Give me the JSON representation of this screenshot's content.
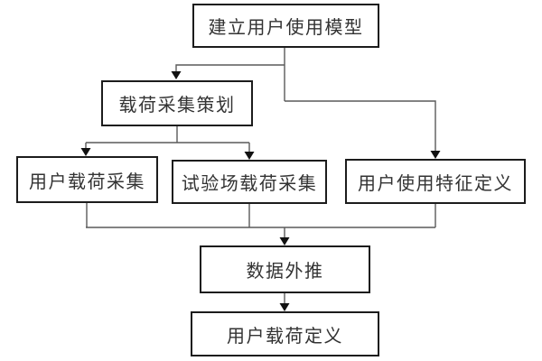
{
  "diagram": {
    "type": "flowchart",
    "background": "#ffffff",
    "colors": {
      "box_border": "#1c1c1c",
      "box_fill": "#ffffff",
      "connector_line": "#5a5a5a",
      "arrowhead": "#111111",
      "text": "#333333"
    },
    "nodes": [
      {
        "id": "establish-usage-model",
        "label": "建立用户使用模型"
      },
      {
        "id": "load-collection-planning",
        "label": "载荷采集策划"
      },
      {
        "id": "user-load-collection",
        "label": "用户载荷采集"
      },
      {
        "id": "proving-ground-load-collection",
        "label": "试验场载荷采集"
      },
      {
        "id": "user-usage-feature-definition",
        "label": "用户使用特征定义"
      },
      {
        "id": "data-extrapolation",
        "label": "数据外推"
      },
      {
        "id": "user-load-definition",
        "label": "用户载荷定义"
      }
    ],
    "edges": [
      {
        "from": "establish-usage-model",
        "to": "load-collection-planning"
      },
      {
        "from": "establish-usage-model",
        "to": "user-usage-feature-definition"
      },
      {
        "from": "load-collection-planning",
        "to": "user-load-collection"
      },
      {
        "from": "load-collection-planning",
        "to": "proving-ground-load-collection"
      },
      {
        "from": "user-load-collection",
        "to": "data-extrapolation"
      },
      {
        "from": "proving-ground-load-collection",
        "to": "data-extrapolation"
      },
      {
        "from": "user-usage-feature-definition",
        "to": "data-extrapolation"
      },
      {
        "from": "data-extrapolation",
        "to": "user-load-definition"
      }
    ]
  }
}
